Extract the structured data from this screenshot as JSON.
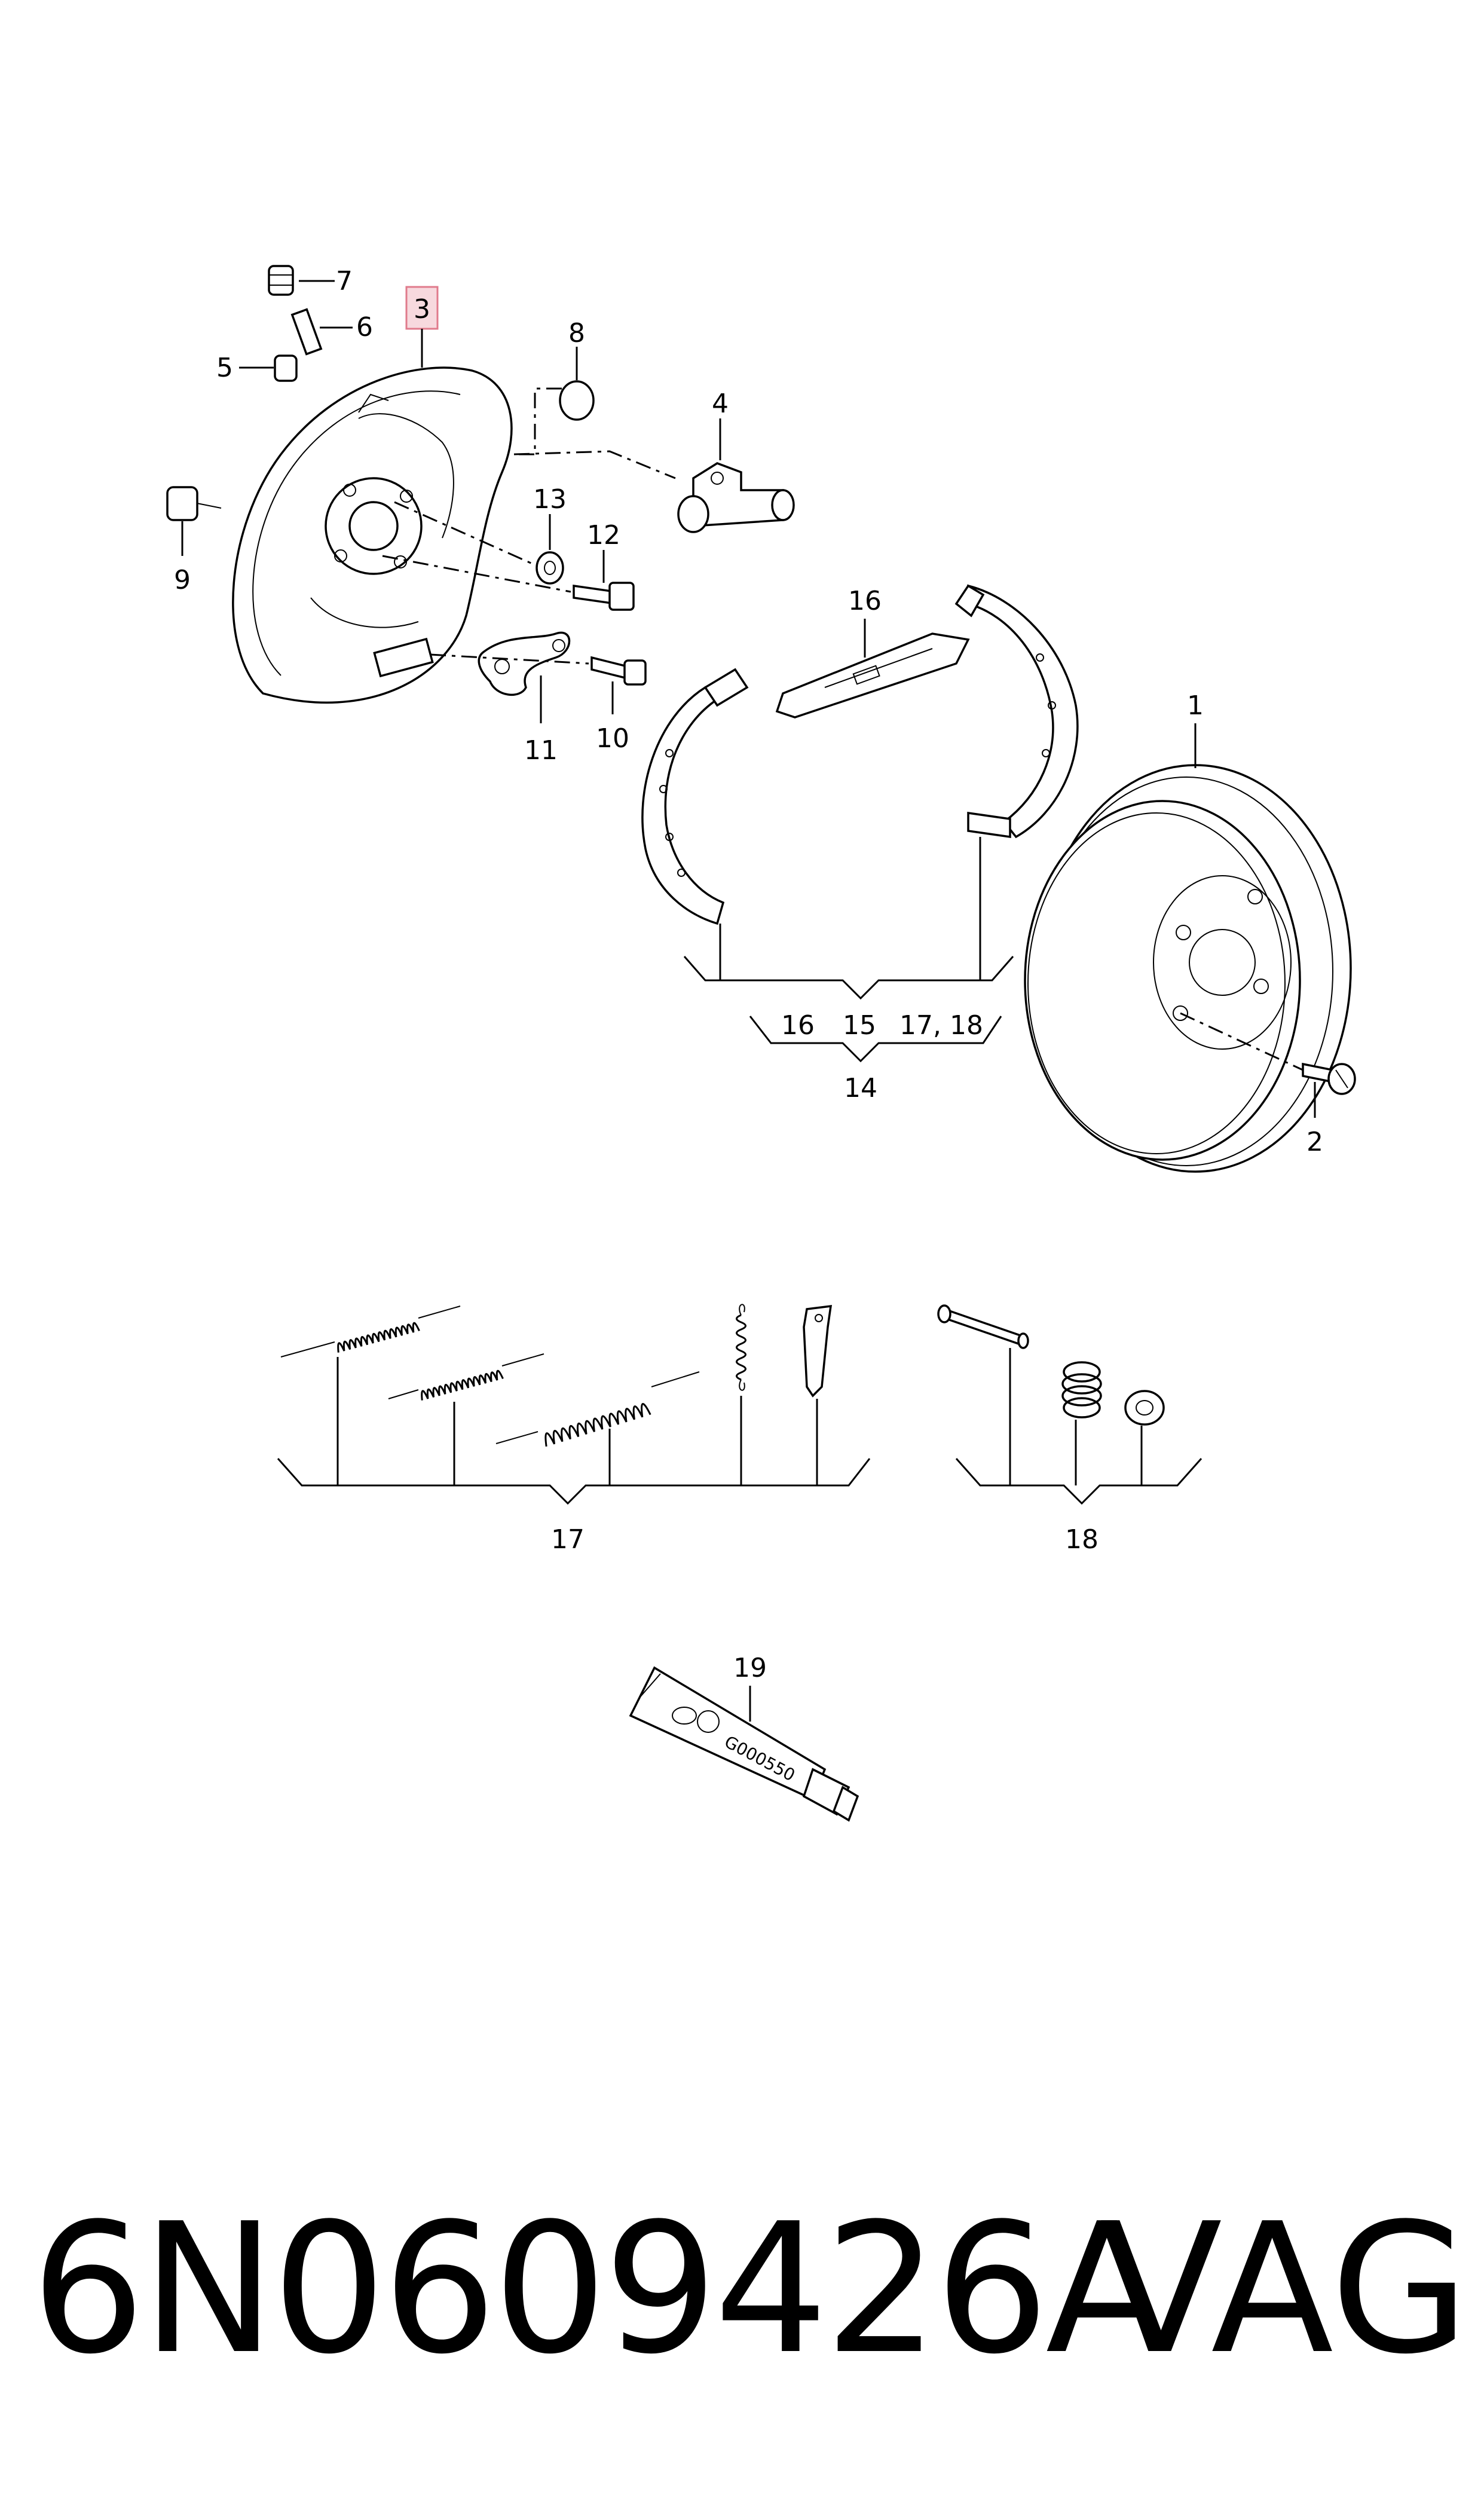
{
  "callouts": {
    "c1": "1",
    "c2": "2",
    "c3": "3",
    "c4": "4",
    "c5": "5",
    "c6": "6",
    "c7": "7",
    "c8": "8",
    "c9": "9",
    "c10": "10",
    "c11": "11",
    "c12": "12",
    "c13": "13",
    "c16": "16",
    "c14": "14",
    "c17": "17",
    "c18": "18",
    "c19": "19"
  },
  "group14": {
    "a": "16",
    "b": "15",
    "c": "17, 18"
  },
  "tube_text": "G000550",
  "highlight_color": "#f7d9de",
  "footer": {
    "part_number": "6N0609426A",
    "brand": "VAG"
  }
}
